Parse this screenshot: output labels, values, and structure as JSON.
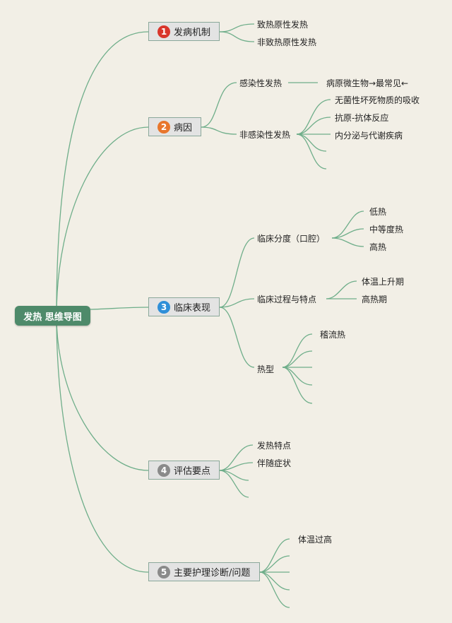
{
  "root": "发热 思维导图",
  "branches": [
    {
      "num": "1",
      "label": "发病机制",
      "color": "#d9352b"
    },
    {
      "num": "2",
      "label": "病因",
      "color": "#e8762c"
    },
    {
      "num": "3",
      "label": "临床表现",
      "color": "#2f8fd8"
    },
    {
      "num": "4",
      "label": "评估要点",
      "color": "#8a8a8a"
    },
    {
      "num": "5",
      "label": "主要护理诊断/问题",
      "color": "#8a8a8a"
    }
  ],
  "mechanism": [
    "致热原性发热",
    "非致热原性发热"
  ],
  "cause": {
    "infectious": "感染性发热",
    "infectious_note": "病原微生物→最常见←",
    "noninfectious": "非感染性发热",
    "noninfectious_items": [
      "无菌性坏死物质的吸收",
      "抗原-抗体反应",
      "内分泌与代谢疾病"
    ]
  },
  "clinical": {
    "grade": "临床分度（口腔）",
    "grade_items": [
      "低热",
      "中等度热",
      "高热"
    ],
    "course": "临床过程与特点",
    "course_items": [
      "体温上升期",
      "高热期"
    ],
    "type": "热型",
    "type_items": [
      "稽流热"
    ]
  },
  "assessment": [
    "发热特点",
    "伴随症状"
  ],
  "nursing": [
    "体温过高"
  ],
  "colors": {
    "line": "#6fae8a",
    "root_bg": "#4e8a6a",
    "background": "#f2efe6"
  }
}
